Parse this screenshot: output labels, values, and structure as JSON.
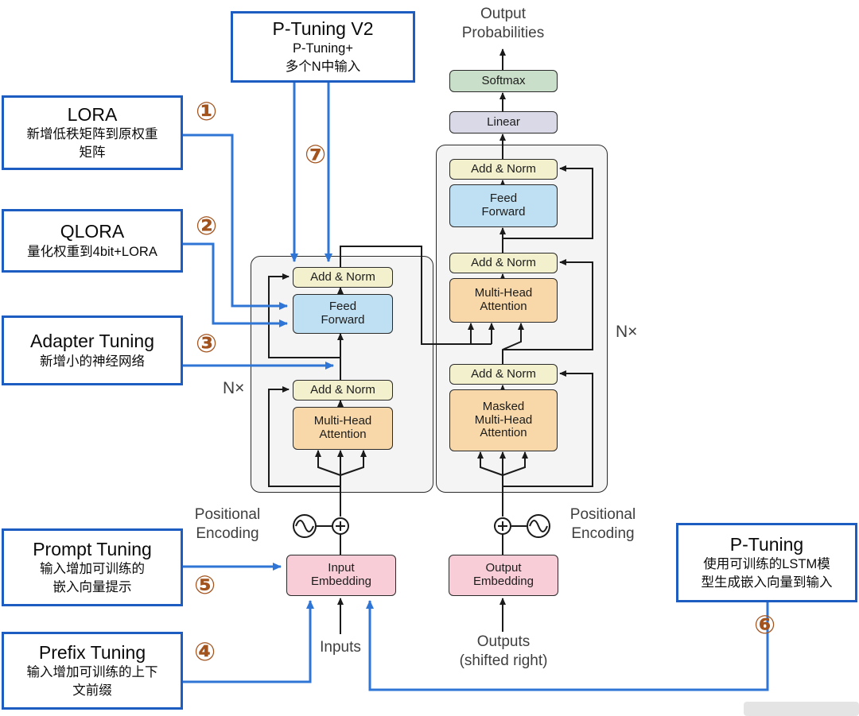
{
  "colors": {
    "annotation_border": "#1d5cc0",
    "annotation_arrow": "#2e75d6",
    "number_accent": "#a3541e",
    "add_norm_fill": "#f3f1cd",
    "feed_forward_fill": "#bfe0f2",
    "attention_fill": "#f8d8a8",
    "embedding_fill": "#f9cdd7",
    "linear_fill": "#d9d9e8",
    "softmax_fill": "#c9dfc9",
    "stack_fill": "#f4f4f4"
  },
  "annotations": {
    "ptuning_v2": {
      "number": "⑦",
      "title": "P-Tuning V2",
      "body": "P-Tuning+\n多个N中输入"
    },
    "lora": {
      "number": "①",
      "title": "LORA",
      "body": "新增低秩矩阵到原权重\n矩阵"
    },
    "qlora": {
      "number": "②",
      "title": "QLORA",
      "body": "量化权重到4bit+LORA"
    },
    "adapter_tuning": {
      "number": "③",
      "title": "Adapter Tuning",
      "body": "新增小的神经网络"
    },
    "prompt_tuning": {
      "number": "⑤",
      "title": "Prompt Tuning",
      "body": "输入增加可训练的\n嵌入向量提示"
    },
    "prefix_tuning": {
      "number": "④",
      "title": "Prefix Tuning",
      "body": "输入增加可训练的上下\n文前缀"
    },
    "p_tuning": {
      "number": "⑥",
      "title": "P-Tuning",
      "body": "使用可训练的LSTM模\n型生成嵌入向量到输入"
    }
  },
  "transformer": {
    "output_probabilities": "Output\nProbabilities",
    "softmax": "Softmax",
    "linear": "Linear",
    "add_norm": "Add & Norm",
    "feed_forward": "Feed\nForward",
    "multi_head_attention": "Multi-Head\nAttention",
    "masked_multi_head_attention": "Masked\nMulti-Head\nAttention",
    "input_embedding": "Input\nEmbedding",
    "output_embedding": "Output\nEmbedding",
    "positional_encoding": "Positional\nEncoding",
    "inputs_label": "Inputs",
    "outputs_label": "Outputs\n(shifted right)",
    "n_times": "N×"
  }
}
